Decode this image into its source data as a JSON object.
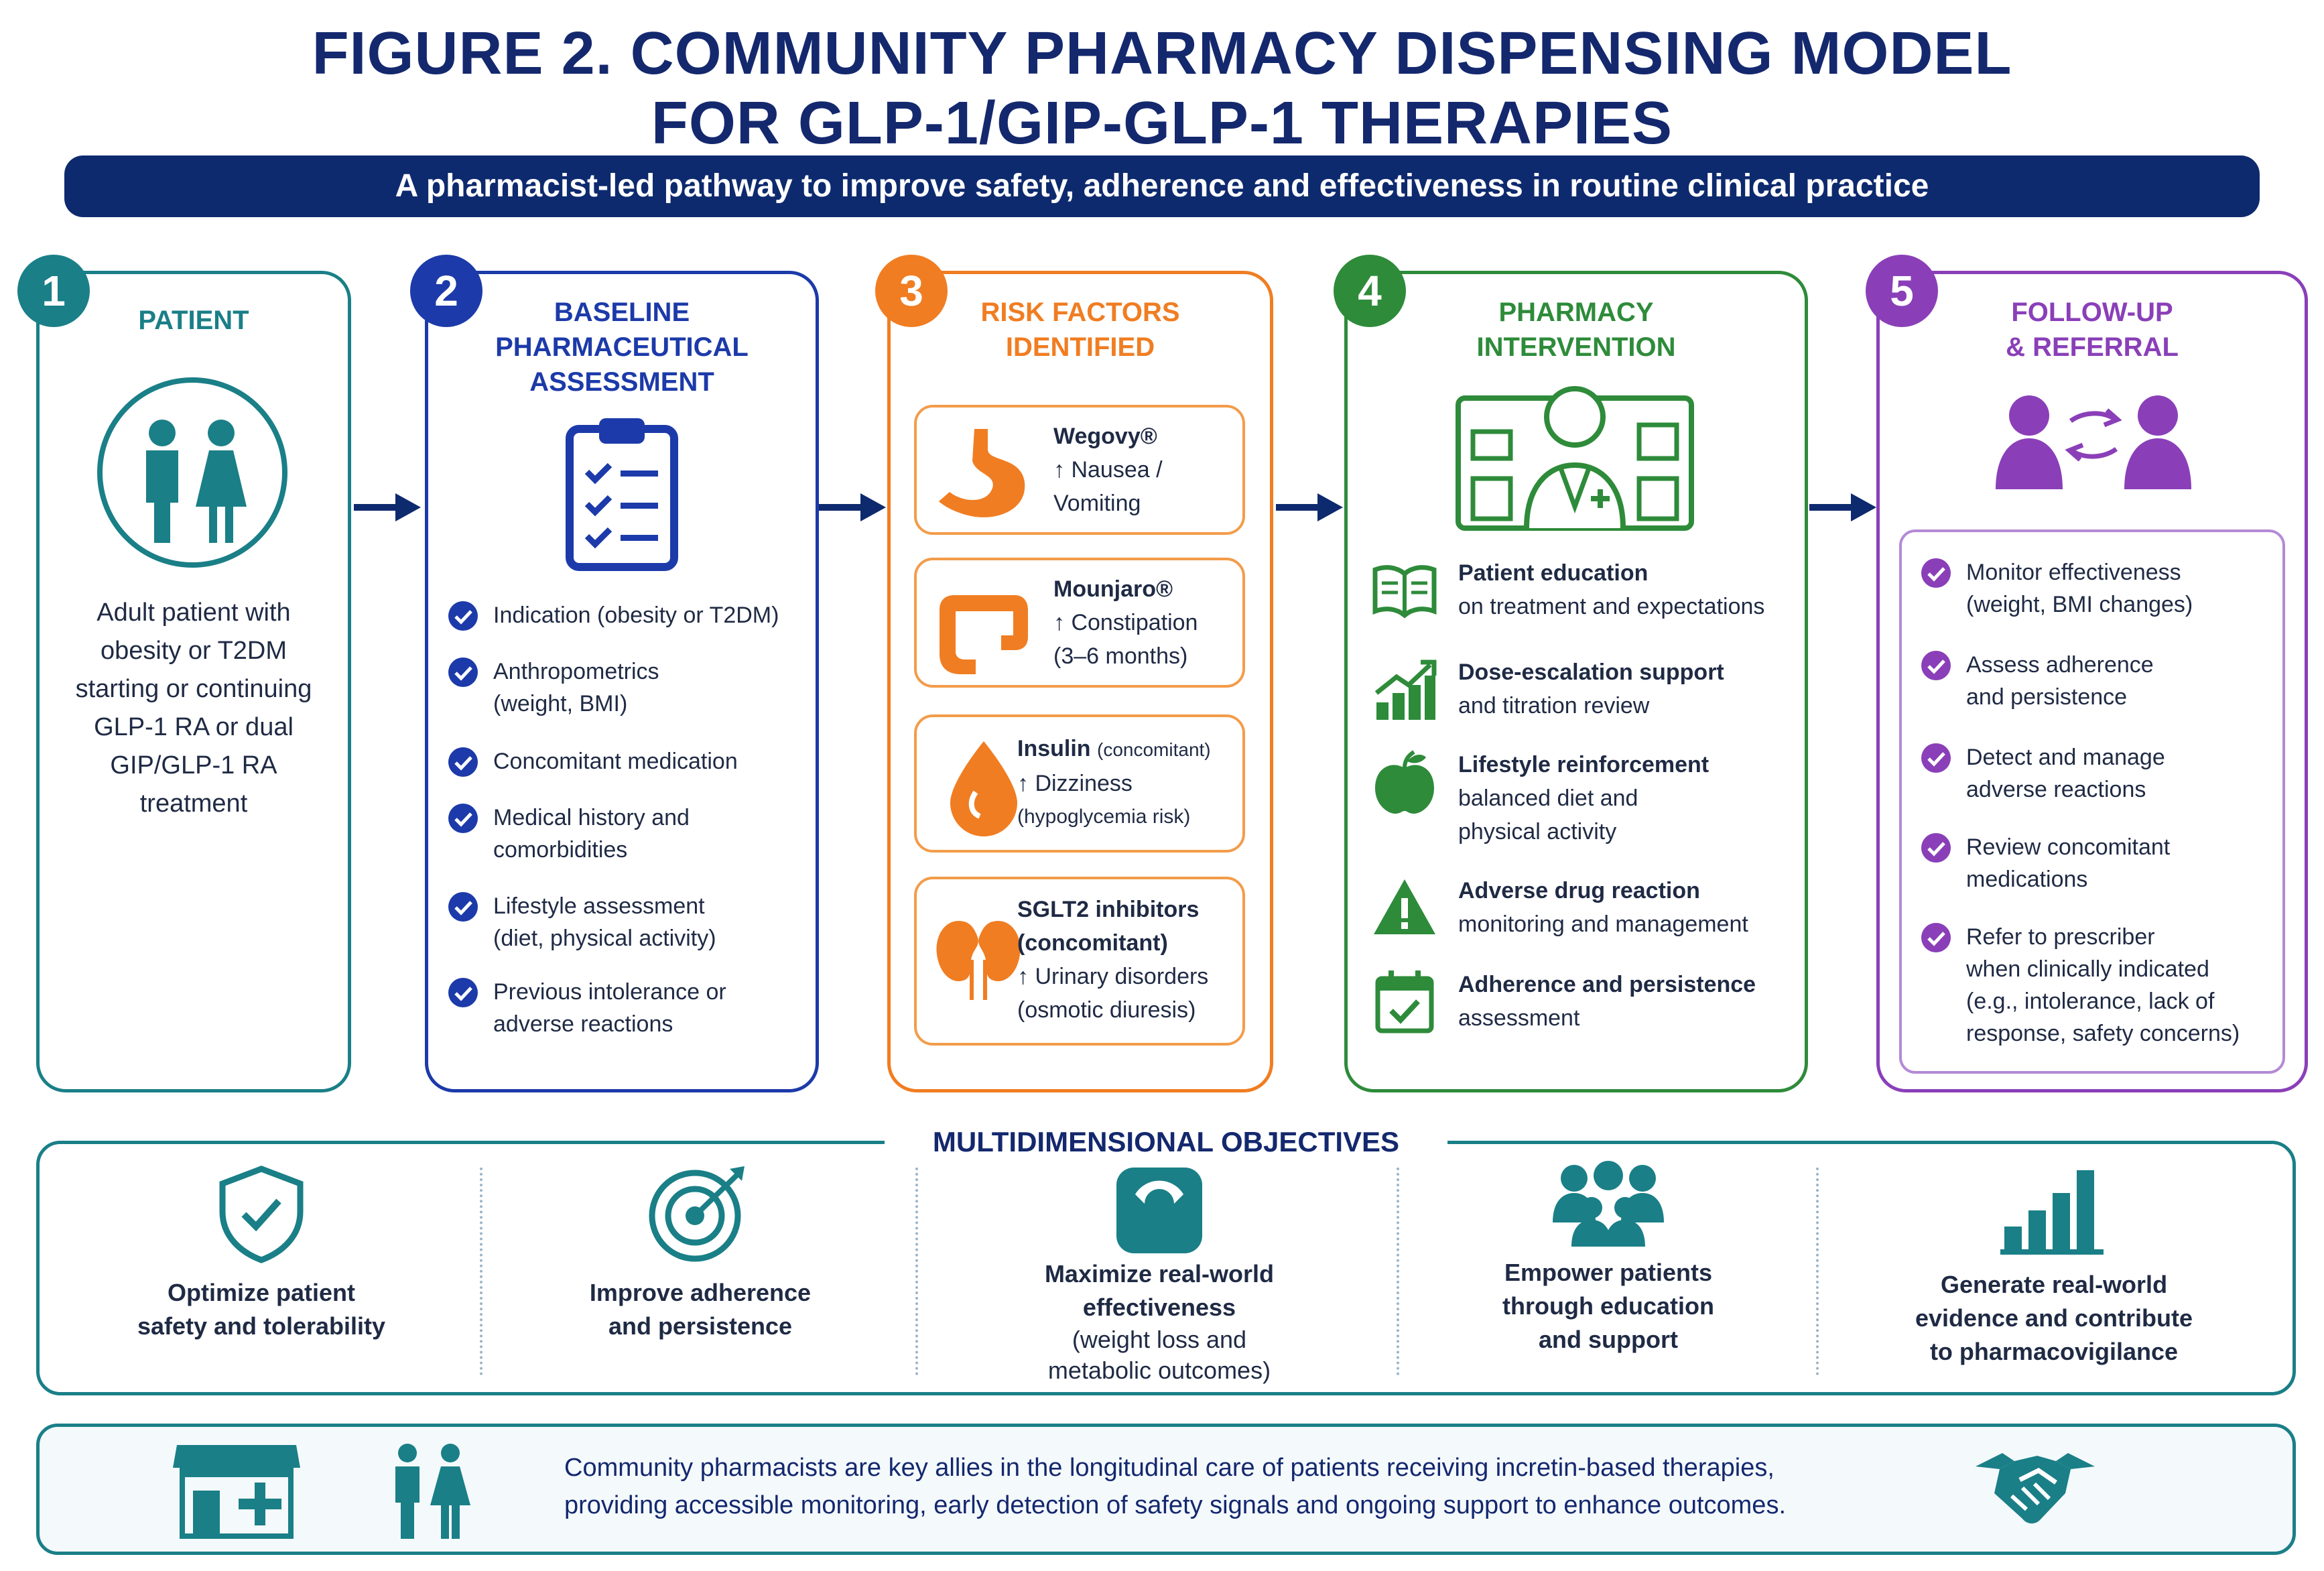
{
  "title_line1": "FIGURE 2. COMMUNITY PHARMACY DISPENSING MODEL",
  "title_line2": "FOR GLP-1/GIP-GLP-1 THERAPIES",
  "subtitle": "A pharmacist-led pathway to improve safety, adherence and effectiveness in routine clinical practice",
  "colors": {
    "navy": "#14286e",
    "teal": "#1a7f87",
    "blue": "#1c3aa9",
    "orange": "#f07d22",
    "green": "#2e8b3a",
    "purple": "#8a3fb8"
  },
  "steps": {
    "s1": {
      "number": "1",
      "title": "PATIENT",
      "icon": "patients-icon",
      "desc": [
        "Adult patient with",
        "obesity or T2DM",
        "starting or continuing",
        "GLP-1 RA or dual",
        "GIP/GLP-1 RA",
        "treatment"
      ]
    },
    "s2": {
      "number": "2",
      "title_lines": [
        "BASELINE",
        "PHARMACEUTICAL",
        "ASSESSMENT"
      ],
      "icon": "clipboard-checklist-icon",
      "items": [
        [
          "Indication (obesity or T2DM)"
        ],
        [
          "Anthropometrics",
          "(weight, BMI)"
        ],
        [
          "Concomitant medication"
        ],
        [
          "Medical history and",
          "comorbidities"
        ],
        [
          "Lifestyle assessment",
          "(diet, physical activity)"
        ],
        [
          "Previous intolerance or",
          "adverse reactions"
        ]
      ]
    },
    "s3": {
      "number": "3",
      "title_lines": [
        "RISK FACTORS",
        "IDENTIFIED"
      ],
      "cards": [
        {
          "icon": "stomach-icon",
          "name": "Wegovy®",
          "line2": "↑ Nausea /",
          "line3": "Vomiting"
        },
        {
          "icon": "intestine-icon",
          "name": "Mounjaro®",
          "line2": "↑ Constipation",
          "line3": "(3–6 months)"
        },
        {
          "icon": "blood-drop-icon",
          "name": "Insulin",
          "name_extra": "(concomitant)",
          "line2": "↑ Dizziness",
          "line3": "(hypoglycemia risk)"
        },
        {
          "icon": "kidneys-icon",
          "name": "SGLT2 inhibitors",
          "name2": "(concomitant)",
          "line2": "↑ Urinary disorders",
          "line3": "(osmotic diuresis)"
        }
      ]
    },
    "s4": {
      "number": "4",
      "title_lines": [
        "PHARMACY",
        "INTERVENTION"
      ],
      "icon": "pharmacist-icon",
      "items": [
        {
          "icon": "open-book-icon",
          "bold": "Patient education",
          "lines": [
            "on treatment and expectations"
          ]
        },
        {
          "icon": "growth-chart-icon",
          "bold": "Dose-escalation support",
          "lines": [
            "and titration review"
          ]
        },
        {
          "icon": "apple-icon",
          "bold": "Lifestyle reinforcement",
          "lines": [
            "balanced diet and",
            "physical activity"
          ]
        },
        {
          "icon": "warning-icon",
          "bold": "Adverse drug reaction",
          "lines": [
            "monitoring and management"
          ]
        },
        {
          "icon": "calendar-check-icon",
          "bold": "Adherence and persistence",
          "lines": [
            "assessment"
          ]
        }
      ]
    },
    "s5": {
      "number": "5",
      "title_lines": [
        "FOLLOW-UP",
        "& REFERRAL"
      ],
      "icon": "referral-people-icon",
      "items": [
        [
          "Monitor effectiveness",
          "(weight, BMI changes)"
        ],
        [
          "Assess adherence",
          "and persistence"
        ],
        [
          "Detect and manage",
          "adverse reactions"
        ],
        [
          "Review concomitant",
          "medications"
        ],
        [
          "Refer to prescriber",
          "when clinically indicated",
          "(e.g., intolerance, lack of",
          "response, safety concerns)"
        ]
      ]
    }
  },
  "objectives": {
    "title": "MULTIDIMENSIONAL OBJECTIVES",
    "items": [
      {
        "icon": "shield-check-icon",
        "lines": [
          "Optimize patient",
          "safety and tolerability"
        ],
        "sub": []
      },
      {
        "icon": "target-icon",
        "lines": [
          "Improve adherence",
          "and persistence"
        ],
        "sub": []
      },
      {
        "icon": "scale-icon",
        "lines": [
          "Maximize real-world",
          "effectiveness"
        ],
        "sub": [
          "(weight loss and",
          "metabolic outcomes)"
        ]
      },
      {
        "icon": "group-icon",
        "lines": [
          "Empower patients",
          "through education",
          "and support"
        ],
        "sub": []
      },
      {
        "icon": "bar-chart-icon",
        "lines": [
          "Generate real-world",
          "evidence and contribute",
          "to pharmacovigilance"
        ],
        "sub": []
      }
    ]
  },
  "footer": {
    "line1": "Community pharmacists are key allies in the longitudinal care of patients receiving incretin-based therapies,",
    "line2": "providing accessible monitoring, early detection of safety signals and ongoing support to enhance outcomes.",
    "icons": [
      "pharmacy-store-icon",
      "patients-icon",
      "handshake-icon"
    ]
  }
}
